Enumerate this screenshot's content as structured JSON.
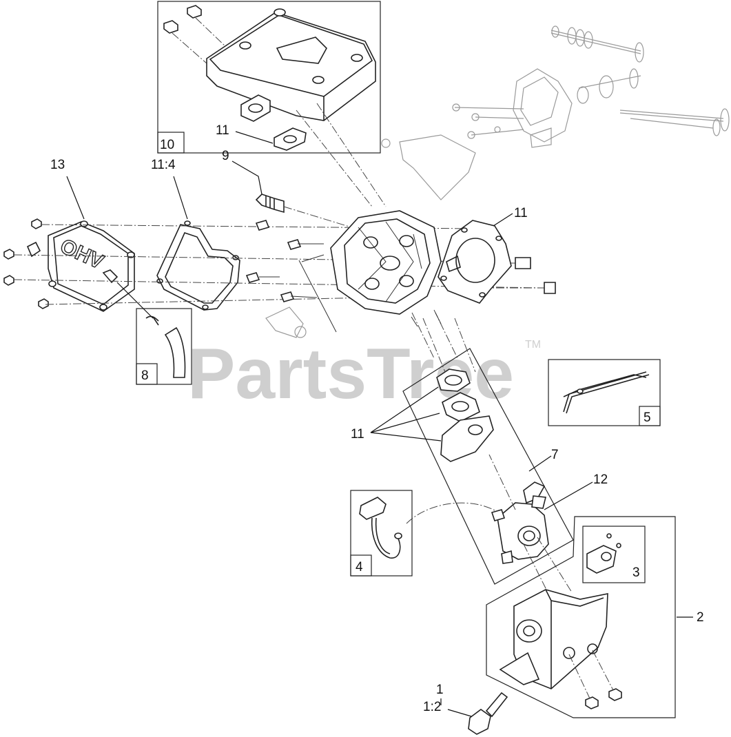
{
  "watermark": {
    "brand": "PartsTree",
    "trademark": "TM"
  },
  "callouts": {
    "c1": "1",
    "c1_2": "1:2",
    "c2": "2",
    "c3": "3",
    "c4": "4",
    "c5": "5",
    "c7": "7",
    "c8": "8",
    "c9": "9",
    "c10": "10",
    "c11_box10": "11",
    "c11_gasket": "11",
    "c11_carb": "11",
    "c11_4": "11:4",
    "c12": "12",
    "c13": "13"
  },
  "part_markings": {
    "valve_cover_logo": "OHV"
  }
}
